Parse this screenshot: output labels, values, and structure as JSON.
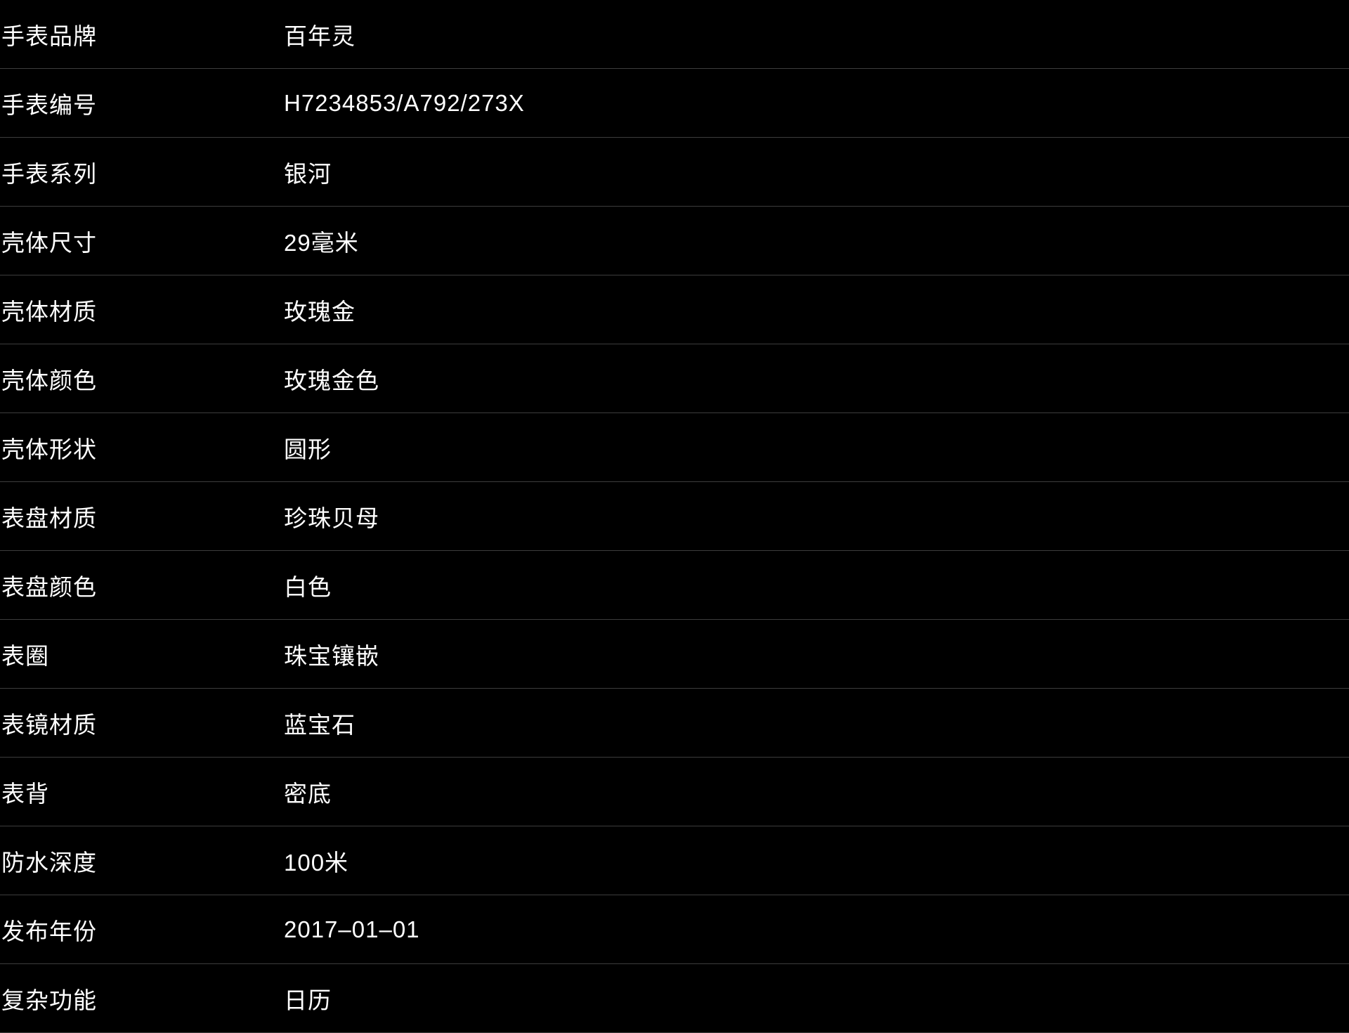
{
  "colors": {
    "background": "#000000",
    "text": "#ffffff",
    "divider": "#3d3d3d"
  },
  "table": {
    "rows": [
      {
        "label": "手表品牌",
        "value": "百年灵"
      },
      {
        "label": "手表编号",
        "value": "H7234853/A792/273X"
      },
      {
        "label": "手表系列",
        "value": "银河"
      },
      {
        "label": "壳体尺寸",
        "value": "29毫米"
      },
      {
        "label": "壳体材质",
        "value": "玫瑰金"
      },
      {
        "label": "壳体颜色",
        "value": "玫瑰金色"
      },
      {
        "label": "壳体形状",
        "value": "圆形"
      },
      {
        "label": "表盘材质",
        "value": "珍珠贝母"
      },
      {
        "label": "表盘颜色",
        "value": "白色"
      },
      {
        "label": "表圈",
        "value": "珠宝镶嵌"
      },
      {
        "label": "表镜材质",
        "value": "蓝宝石"
      },
      {
        "label": "表背",
        "value": "密底"
      },
      {
        "label": "防水深度",
        "value": "100米"
      },
      {
        "label": "发布年份",
        "value": "2017–01–01"
      },
      {
        "label": "复杂功能",
        "value": "日历"
      }
    ]
  }
}
